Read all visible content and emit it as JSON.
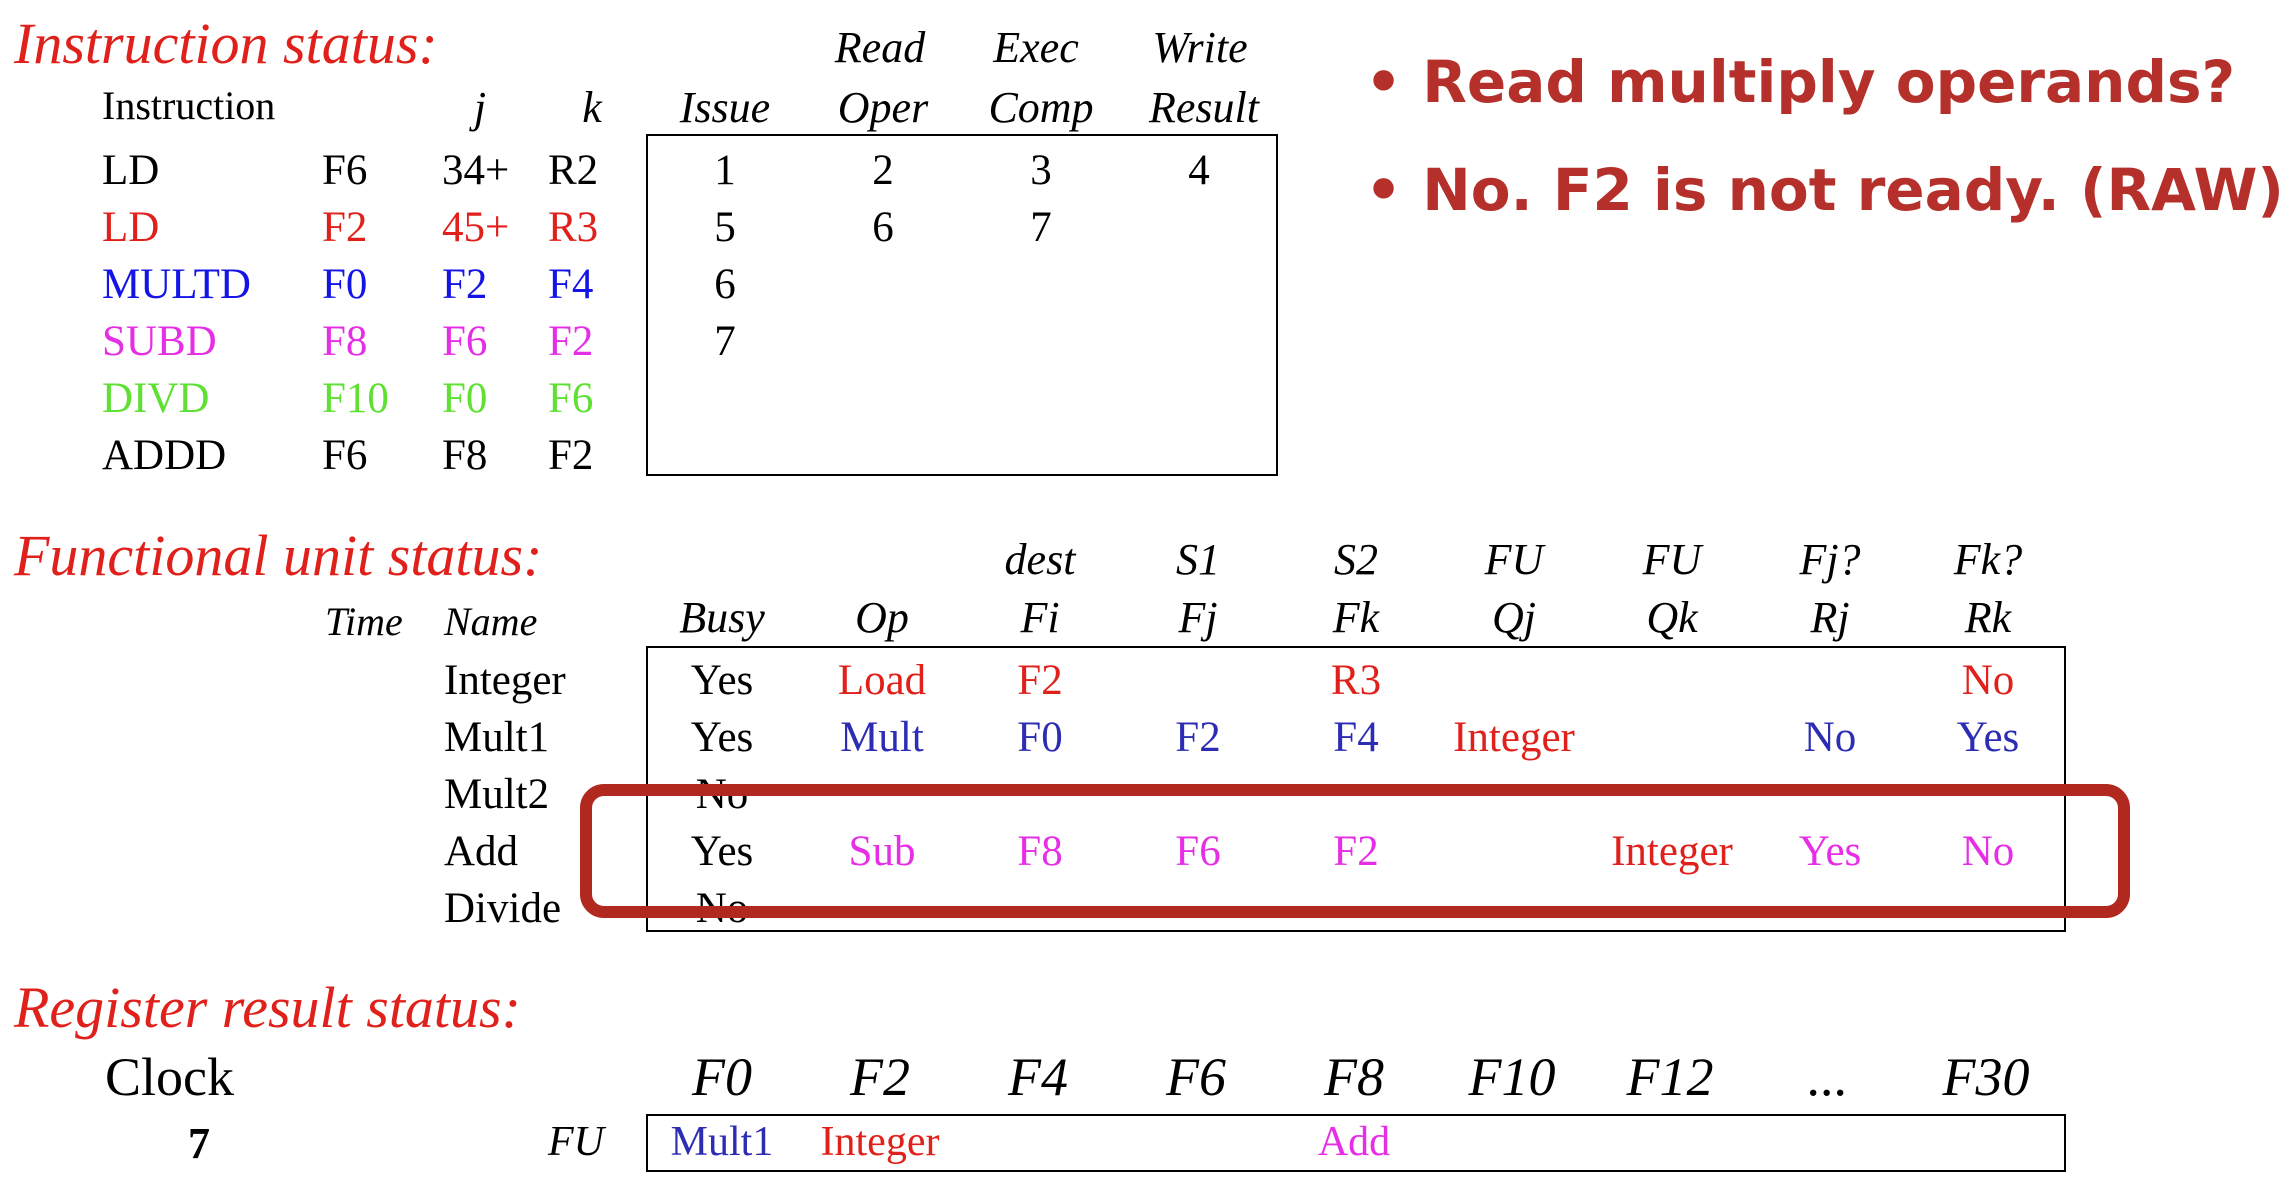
{
  "colors": {
    "section": "#e0201b",
    "black": "#000000",
    "red": "#e0201b",
    "blue": "#1414e6",
    "magenta": "#e62ee6",
    "green": "#5fe033",
    "darkblue": "#2d2db4",
    "highlight": "#b1281f"
  },
  "instruction_status": {
    "title": "Instruction status:",
    "col_top": [
      "Read",
      "Exec",
      "Write"
    ],
    "col_labels": [
      "Instruction",
      "j",
      "k",
      "Issue",
      "Oper",
      "Comp",
      "Result"
    ],
    "rows": [
      {
        "op": "LD",
        "dest": "F6",
        "j": "34+",
        "k": "R2",
        "issue": "1",
        "read": "2",
        "exec": "3",
        "write": "4",
        "color": "#000000"
      },
      {
        "op": "LD",
        "dest": "F2",
        "j": "45+",
        "k": "R3",
        "issue": "5",
        "read": "6",
        "exec": "7",
        "write": "",
        "color": "#e0201b"
      },
      {
        "op": "MULTD",
        "dest": "F0",
        "j": "F2",
        "k": "F4",
        "issue": "6",
        "read": "",
        "exec": "",
        "write": "",
        "color": "#1414e6"
      },
      {
        "op": "SUBD",
        "dest": "F8",
        "j": "F6",
        "k": "F2",
        "issue": "7",
        "read": "",
        "exec": "",
        "write": "",
        "color": "#e62ee6"
      },
      {
        "op": "DIVD",
        "dest": "F10",
        "j": "F0",
        "k": "F6",
        "issue": "",
        "read": "",
        "exec": "",
        "write": "",
        "color": "#5fe033"
      },
      {
        "op": "ADDD",
        "dest": "F6",
        "j": "F8",
        "k": "F2",
        "issue": "",
        "read": "",
        "exec": "",
        "write": "",
        "color": "#000000"
      }
    ]
  },
  "bullets": [
    "Read multiply operands?",
    "No. F2 is not ready. (RAW)"
  ],
  "functional_unit_status": {
    "title": "Functional unit status:",
    "col_top": [
      "dest",
      "S1",
      "S2",
      "FU",
      "FU",
      "Fj?",
      "Fk?"
    ],
    "col_labels": [
      "Time",
      "Name",
      "Busy",
      "Op",
      "Fi",
      "Fj",
      "Fk",
      "Qj",
      "Qk",
      "Rj",
      "Rk"
    ],
    "rows": [
      {
        "name": "Integer",
        "busy": "Yes",
        "op": "Load",
        "fi": "F2",
        "fj": "",
        "fk": "R3",
        "qj": "",
        "qk": "",
        "rj": "",
        "rk": "No",
        "color": "#e0201b",
        "highlighted": false
      },
      {
        "name": "Mult1",
        "busy": "Yes",
        "op": "Mult",
        "fi": "F0",
        "fj": "F2",
        "fk": "F4",
        "qj": "Integer",
        "qk": "",
        "rj": "No",
        "rk": "Yes",
        "color": "#2d2db4",
        "highlighted": false
      },
      {
        "name": "Mult2",
        "busy": "No",
        "op": "",
        "fi": "",
        "fj": "",
        "fk": "",
        "qj": "",
        "qk": "",
        "rj": "",
        "rk": "",
        "color": "#000000",
        "highlighted": false
      },
      {
        "name": "Add",
        "busy": "Yes",
        "op": "Sub",
        "fi": "F8",
        "fj": "F6",
        "fk": "F2",
        "qj": "",
        "qk": "Integer",
        "rj": "Yes",
        "rk": "No",
        "color": "#e62ee6",
        "highlighted": true
      },
      {
        "name": "Divide",
        "busy": "No",
        "op": "",
        "fi": "",
        "fj": "",
        "fk": "",
        "qj": "",
        "qk": "",
        "rj": "",
        "rk": "",
        "color": "#000000",
        "highlighted": false
      }
    ]
  },
  "register_result_status": {
    "title": "Register result status:",
    "clock_label": "Clock",
    "clock_value": "7",
    "fu_label": "FU",
    "registers": [
      "F0",
      "F2",
      "F4",
      "F6",
      "F8",
      "F10",
      "F12",
      "...",
      "F30"
    ],
    "values": [
      {
        "text": "Mult1",
        "color": "#2d2db4"
      },
      {
        "text": "Integer",
        "color": "#e0201b"
      },
      {
        "text": "",
        "color": "#000000"
      },
      {
        "text": "",
        "color": "#000000"
      },
      {
        "text": "Add",
        "color": "#e62ee6"
      },
      {
        "text": "",
        "color": "#000000"
      },
      {
        "text": "",
        "color": "#000000"
      },
      {
        "text": "",
        "color": "#000000"
      },
      {
        "text": "",
        "color": "#000000"
      }
    ]
  }
}
